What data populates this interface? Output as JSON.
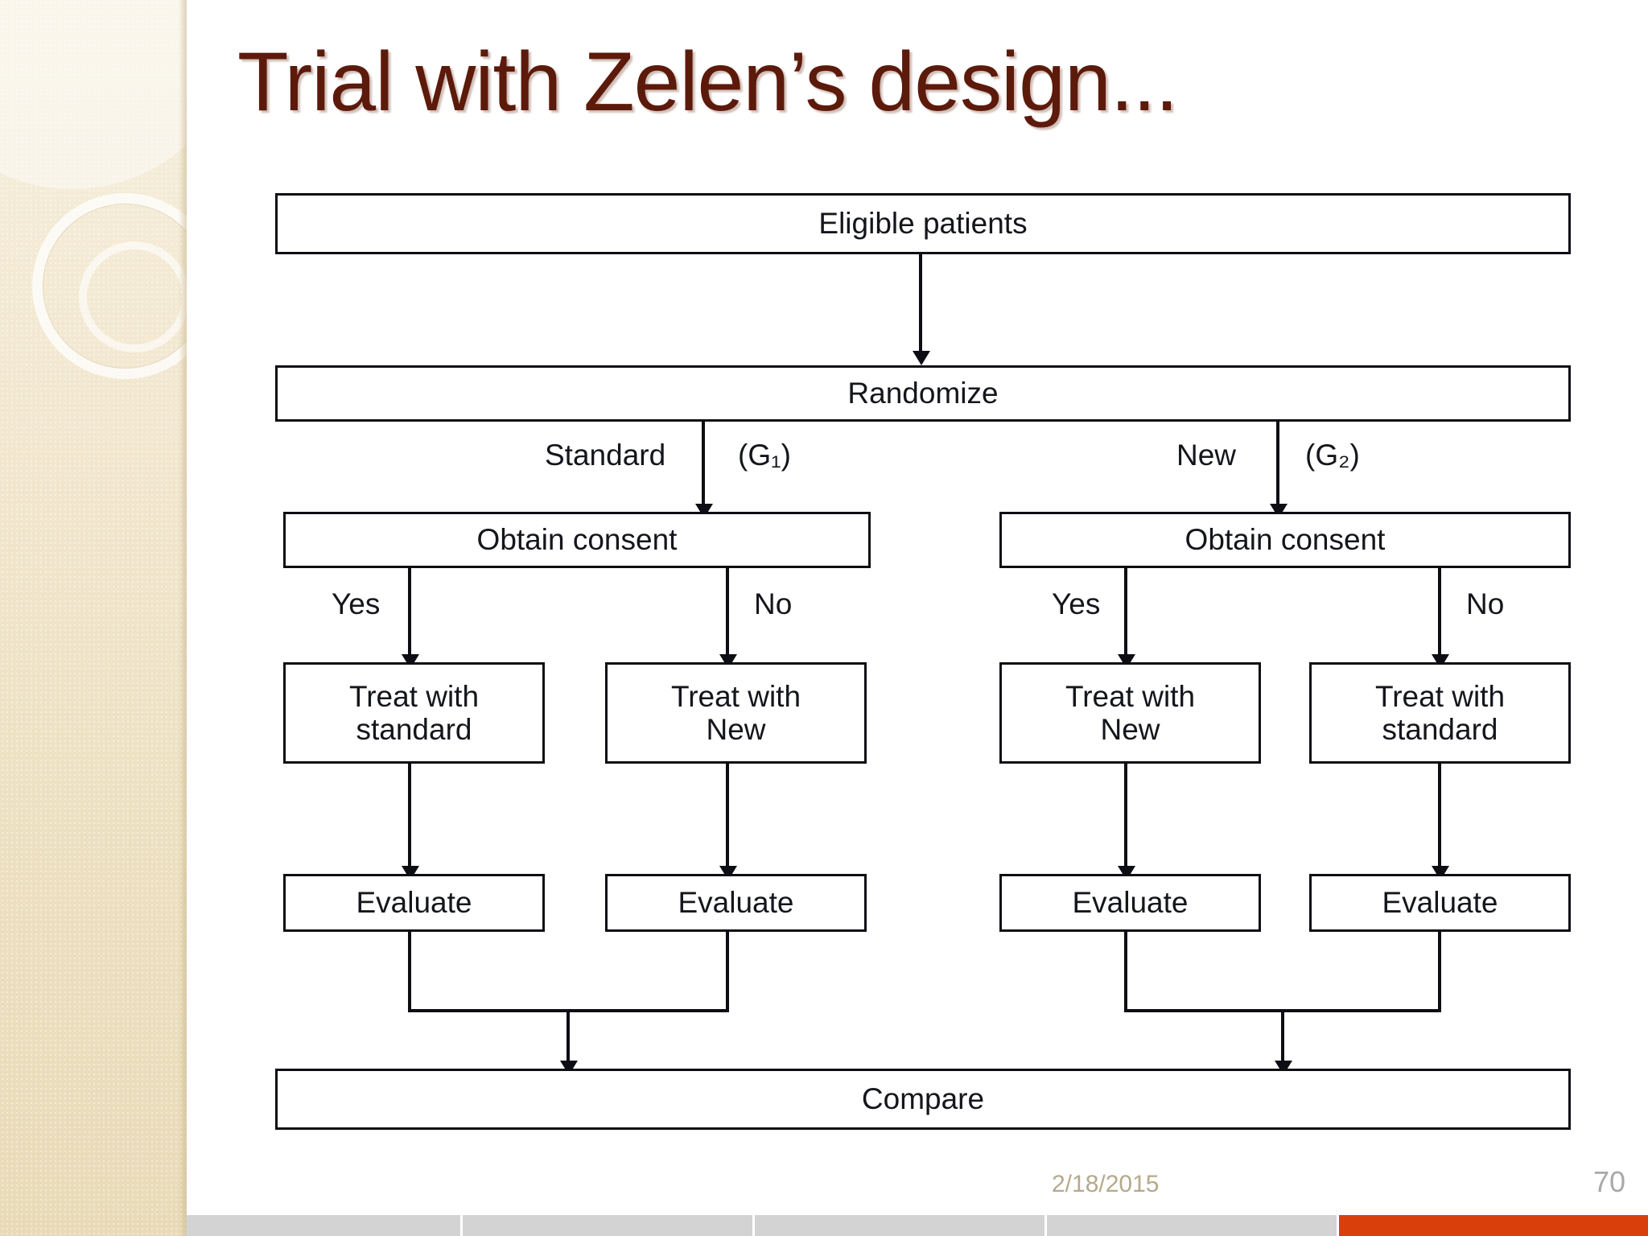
{
  "slide": {
    "title": "Trial with Zelen’s design...",
    "date": "2/18/2015",
    "page_number": "70",
    "title_color": "#5c1a0b",
    "accent_color": "#d93f0b"
  },
  "chart_data": {
    "type": "diagram",
    "title": "Trial with Zelen’s design...",
    "nodes": [
      {
        "id": "eligible",
        "label": "Eligible patients"
      },
      {
        "id": "randomize",
        "label": "Randomize"
      },
      {
        "id": "consent_left",
        "label": "Obtain consent"
      },
      {
        "id": "consent_right",
        "label": "Obtain consent"
      },
      {
        "id": "treat_ll",
        "label": "Treat with\nstandard"
      },
      {
        "id": "treat_lr",
        "label": "Treat with\nNew"
      },
      {
        "id": "treat_rl",
        "label": "Treat with\nNew"
      },
      {
        "id": "treat_rr",
        "label": "Treat with\nstandard"
      },
      {
        "id": "eval_1",
        "label": "Evaluate"
      },
      {
        "id": "eval_2",
        "label": "Evaluate"
      },
      {
        "id": "eval_3",
        "label": "Evaluate"
      },
      {
        "id": "eval_4",
        "label": "Evaluate"
      },
      {
        "id": "compare",
        "label": "Compare"
      }
    ],
    "edge_labels": [
      {
        "id": "standard",
        "text": "Standard"
      },
      {
        "id": "g1",
        "text": "(G₁)"
      },
      {
        "id": "new",
        "text": "New"
      },
      {
        "id": "g2",
        "text": "(G₂)"
      },
      {
        "id": "yes_left",
        "text": "Yes"
      },
      {
        "id": "no_left",
        "text": "No"
      },
      {
        "id": "yes_right",
        "text": "Yes"
      },
      {
        "id": "no_right",
        "text": "No"
      }
    ]
  },
  "footer": {
    "segments": [
      "",
      "",
      "",
      "",
      ""
    ]
  }
}
